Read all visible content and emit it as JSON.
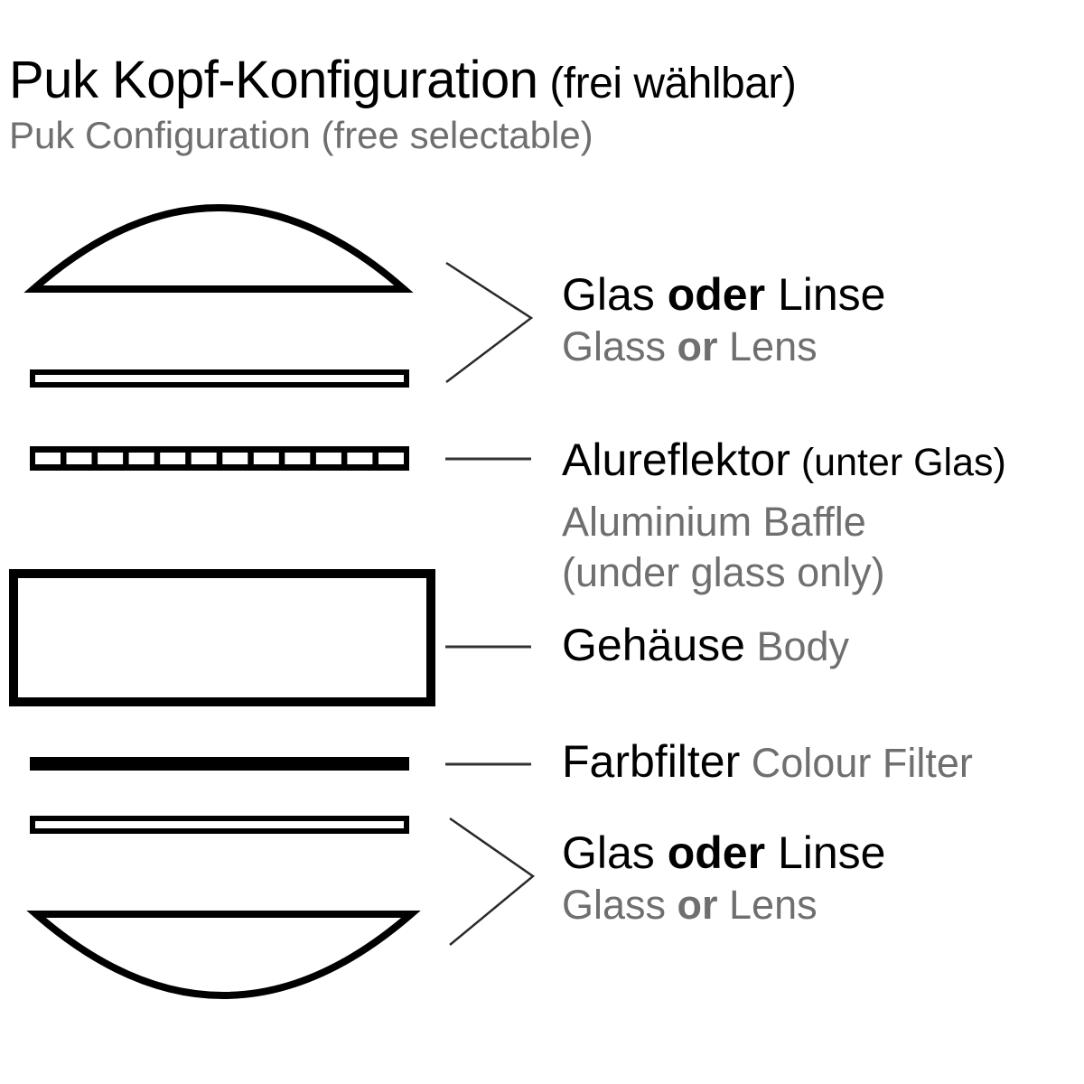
{
  "colors": {
    "text_black": "#000000",
    "text_gray": "#6f6f6f",
    "shape_stroke": "#000000",
    "connector_line": "#333333"
  },
  "header": {
    "title_de": "Puk Kopf-Konfiguration",
    "title_de_paren": " (frei wählbar)",
    "title_en": "Puk Configuration (free selectable)"
  },
  "labels": {
    "glass_top": {
      "de_a": "Glas ",
      "de_bold": "oder",
      "de_b": " Linse",
      "en_a": "Glass ",
      "en_bold": "or",
      "en_b": " Lens"
    },
    "baffle": {
      "de_main": "Alureflektor",
      "de_paren": " (unter Glas)",
      "en_line1": "Aluminium Baffle",
      "en_line2": "(under glass only)"
    },
    "body": {
      "de": "Gehäuse",
      "en": " Body"
    },
    "filter": {
      "de": "Farbfilter",
      "en": " Colour Filter"
    },
    "glass_bottom": {
      "de_a": "Glas ",
      "de_bold": "oder",
      "de_b": " Linse",
      "en_a": "Glass ",
      "en_bold": "or",
      "en_b": " Lens"
    }
  },
  "shapes": [
    "glass-dome-top",
    "flat-glass-top",
    "chevron-top",
    "aluminium-baffle-strip",
    "housing-body",
    "colour-filter-bar",
    "flat-glass-bottom",
    "chevron-bottom",
    "glass-dome-bottom"
  ]
}
